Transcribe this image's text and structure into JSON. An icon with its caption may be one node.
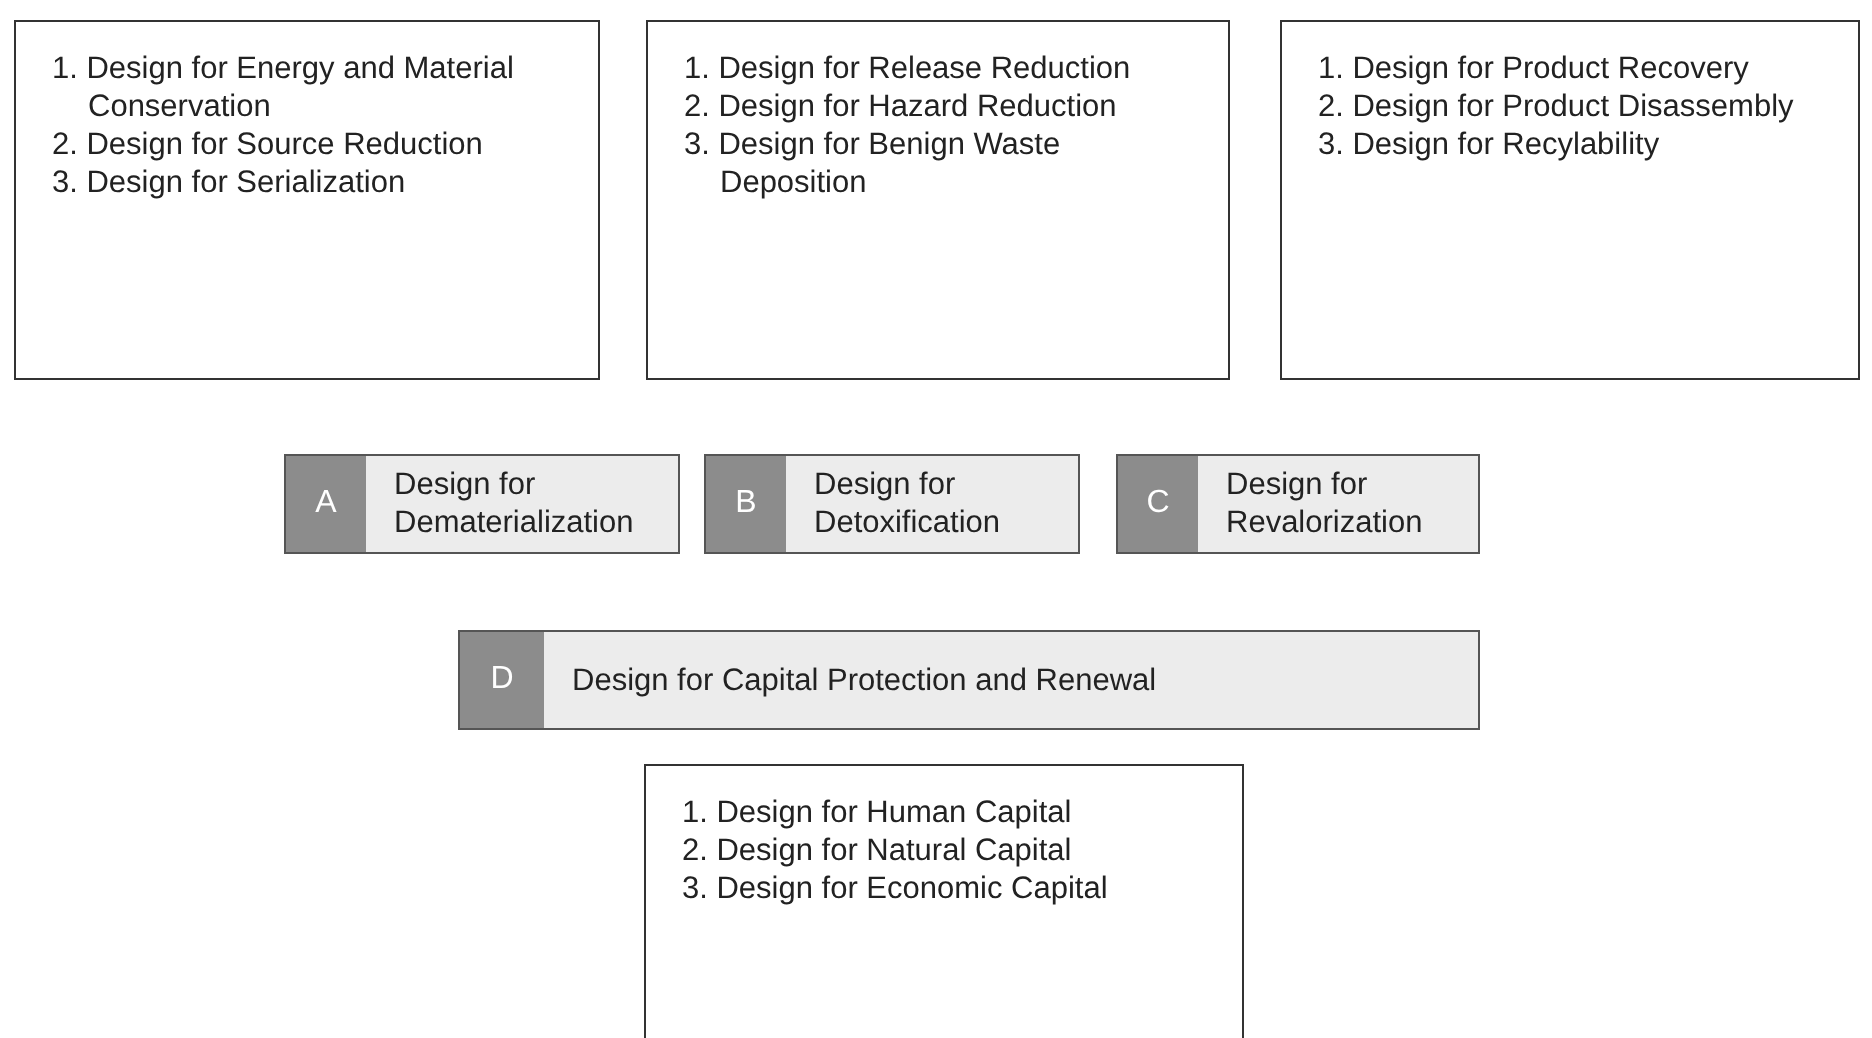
{
  "diagram": {
    "nodes": [
      {
        "text": [
          "1. Design for Energy and Material Conservation",
          "2. Design for Source Reduction",
          "3. Design for Serialization"
        ]
      },
      {
        "text": [
          "1. Design for Release Reduction",
          "2. Design for Hazard Reduction",
          "3. Design for Benign Waste Deposition"
        ]
      },
      {
        "text": [
          "1. Design for Product Recovery",
          "2. Design for Product Disassembly",
          "3. Design for Recylability"
        ]
      },
      {
        "text": [
          "A",
          "Design for Dematerialization"
        ]
      },
      {
        "text": [
          "B",
          "Design for Detoxification"
        ]
      },
      {
        "text": [
          "C",
          "Design for Revalorization"
        ]
      },
      {
        "text": [
          "D",
          "Design for Capital Protection and Renewal"
        ]
      },
      {
        "text": [
          "1. Design for Human Capital",
          "2. Design for Natural Capital",
          "3. Design for Economic Capital"
        ]
      }
    ],
    "edges": []
  }
}
